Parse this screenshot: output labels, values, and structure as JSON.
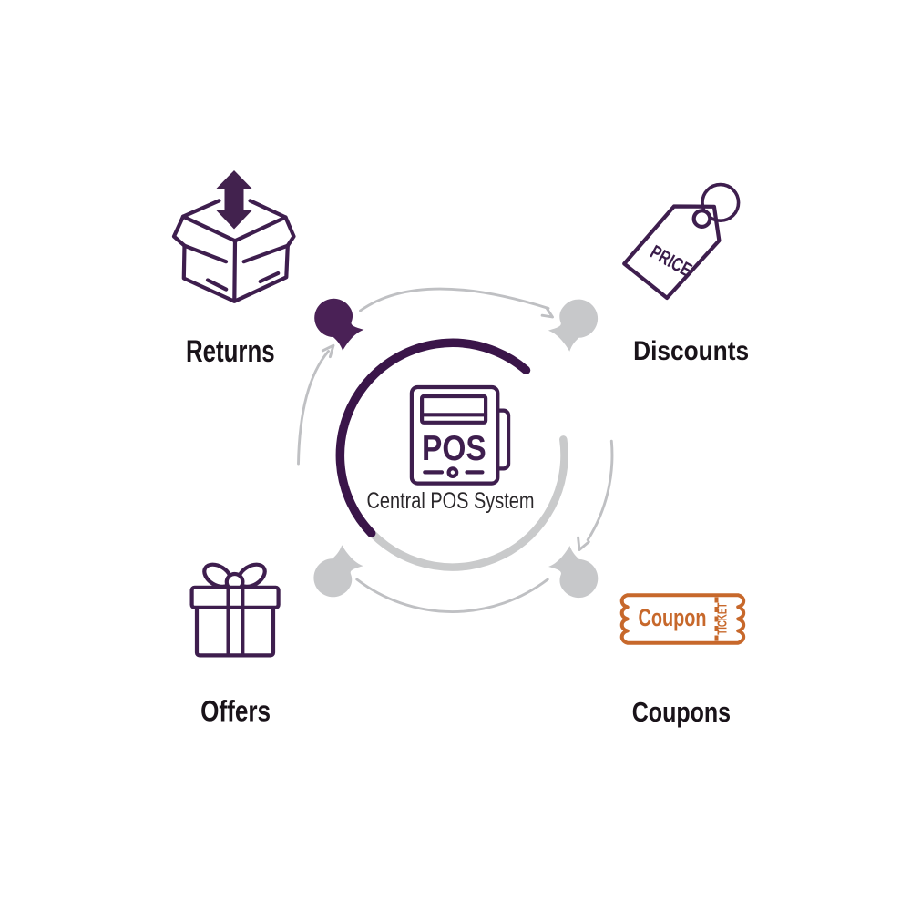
{
  "diagram": {
    "title": "Central POS System",
    "center": {
      "icon": "pos-terminal-icon",
      "device_text": "POS",
      "label": "Central POS System"
    },
    "nodes": [
      {
        "id": "returns",
        "label": "Returns",
        "icon": "return-box-icon",
        "position": "top-left"
      },
      {
        "id": "discounts",
        "label": "Discounts",
        "icon": "price-tag-icon",
        "position": "top-right",
        "tag_text": "PRICE"
      },
      {
        "id": "offers",
        "label": "Offers",
        "icon": "gift-box-icon",
        "position": "bottom-left"
      },
      {
        "id": "coupons",
        "label": "Coupons",
        "icon": "coupon-ticket-icon",
        "position": "bottom-right",
        "ticket_text": "Coupon",
        "stub_text": "TICKET"
      }
    ],
    "flow": {
      "direction": "clockwise",
      "highlighted_node": "returns"
    },
    "colors": {
      "purple": "#3e1e4e",
      "purple_arc": "#3a1549",
      "purple_bubble": "#4a2156",
      "gray_arc": "#bfc0c3",
      "gray_thick_arc": "#c9cacb",
      "gray_bubble": "#c7c8ca",
      "orange": "#c7682b",
      "label_text": "#191319",
      "center_text": "#2b282b",
      "background": "#ffffff"
    }
  }
}
